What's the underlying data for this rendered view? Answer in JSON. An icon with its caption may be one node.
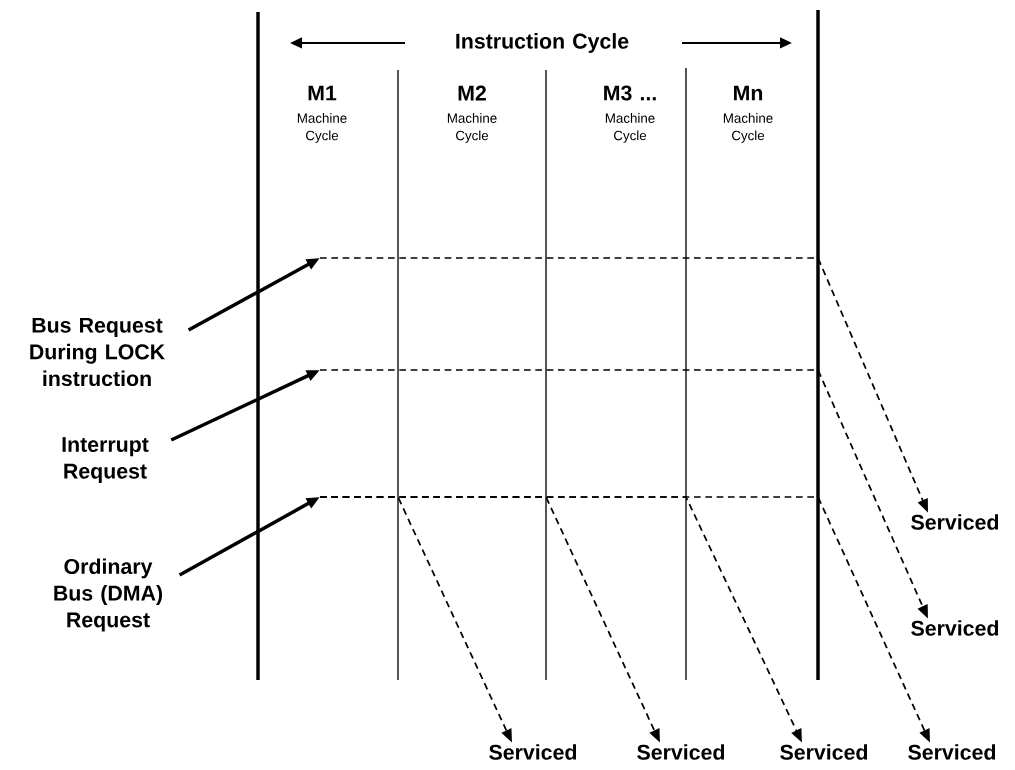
{
  "diagram": {
    "nodes": [
      {
        "text": [
          "Bus Request During LOCK instruction"
        ]
      },
      {
        "text": [
          "Interrupt Request"
        ]
      },
      {
        "text": [
          "Ordinary Bus (DMA) Request"
        ]
      },
      {
        "text": [
          "Serviced"
        ]
      },
      {
        "text": [
          "Serviced"
        ]
      },
      {
        "text": [
          "Serviced"
        ]
      },
      {
        "text": [
          "Serviced"
        ]
      },
      {
        "text": [
          "Serviced"
        ]
      },
      {
        "text": [
          "Serviced"
        ]
      }
    ],
    "edges": [
      {
        "from": 0,
        "to": null,
        "arrow": "to",
        "style": "thick"
      },
      {
        "from": 1,
        "to": null,
        "arrow": "to",
        "style": "thick"
      },
      {
        "from": 2,
        "to": null,
        "arrow": "to",
        "style": "thick"
      },
      {
        "from": null,
        "to": 3,
        "arrow": "to",
        "style": "dashed"
      },
      {
        "from": null,
        "to": 4,
        "arrow": "to",
        "style": "dashed"
      },
      {
        "from": null,
        "to": 5,
        "arrow": "to",
        "style": "dashed"
      },
      {
        "from": null,
        "to": 6,
        "arrow": "to",
        "style": "dashed"
      },
      {
        "from": null,
        "to": 7,
        "arrow": "to",
        "style": "dashed"
      },
      {
        "from": null,
        "to": 8,
        "arrow": "to",
        "style": "dashed"
      }
    ],
    "labels": [
      "Instruction Cycle",
      "M1",
      "Machine Cycle",
      "M2",
      "Machine Cycle",
      "M3 ...",
      "Machine Cycle",
      "Mn",
      "Machine Cycle"
    ]
  }
}
